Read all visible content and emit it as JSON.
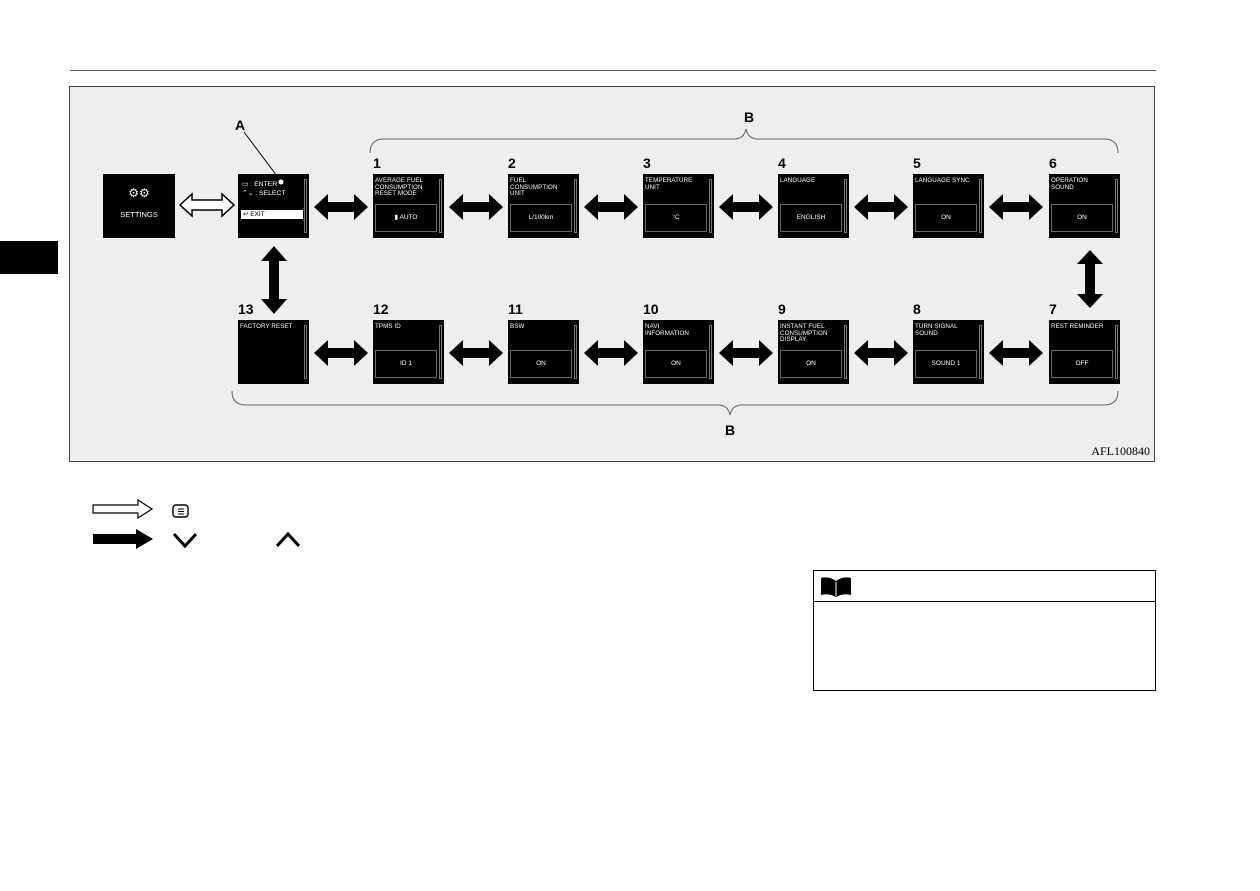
{
  "figure": {
    "code": "AFL100840",
    "label_a": "A",
    "label_b_top": "B",
    "label_b_bottom": "B",
    "settings_label": "SETTINGS",
    "menu": {
      "enter": ": ENTER",
      "select": ": SELECT",
      "exit": "EXIT"
    },
    "screens": [
      {
        "num": "1",
        "title": "AVERAGE FUEL CONSUMPTION RESET MODE",
        "value": "AUTO"
      },
      {
        "num": "2",
        "title": "FUEL CONSUMPTION UNIT",
        "value": "L/100km"
      },
      {
        "num": "3",
        "title": "TEMPERATURE UNIT",
        "value": "°C"
      },
      {
        "num": "4",
        "title": "LANGUAGE",
        "value": "ENGLISH"
      },
      {
        "num": "5",
        "title": "LANGUAGE SYNC",
        "value": "ON"
      },
      {
        "num": "6",
        "title": "OPERATION SOUND",
        "value": "ON"
      },
      {
        "num": "7",
        "title": "REST REMINDER",
        "value": "OFF"
      },
      {
        "num": "8",
        "title": "TURN SIGNAL SOUND",
        "value": "SOUND 1"
      },
      {
        "num": "9",
        "title": "INSTANT FUEL CONSUMPTION DISPLAY",
        "value": "ON"
      },
      {
        "num": "10",
        "title": "NAVI INFORMATION",
        "value": "ON"
      },
      {
        "num": "11",
        "title": "BSW",
        "value": "ON"
      },
      {
        "num": "12",
        "title": "TPMS ID",
        "value": "ID 1"
      },
      {
        "num": "13",
        "title": "FACTORY RESET",
        "value": ""
      }
    ]
  },
  "legend": {
    "outline_arrow_icon": "outline-arrow",
    "solid_arrow_icon": "solid-arrow",
    "enter_icon": "enter-button-icon",
    "down_icon": "chevron-down-icon",
    "up_icon": "chevron-up-icon"
  },
  "note": {
    "icon": "open-book-icon"
  }
}
